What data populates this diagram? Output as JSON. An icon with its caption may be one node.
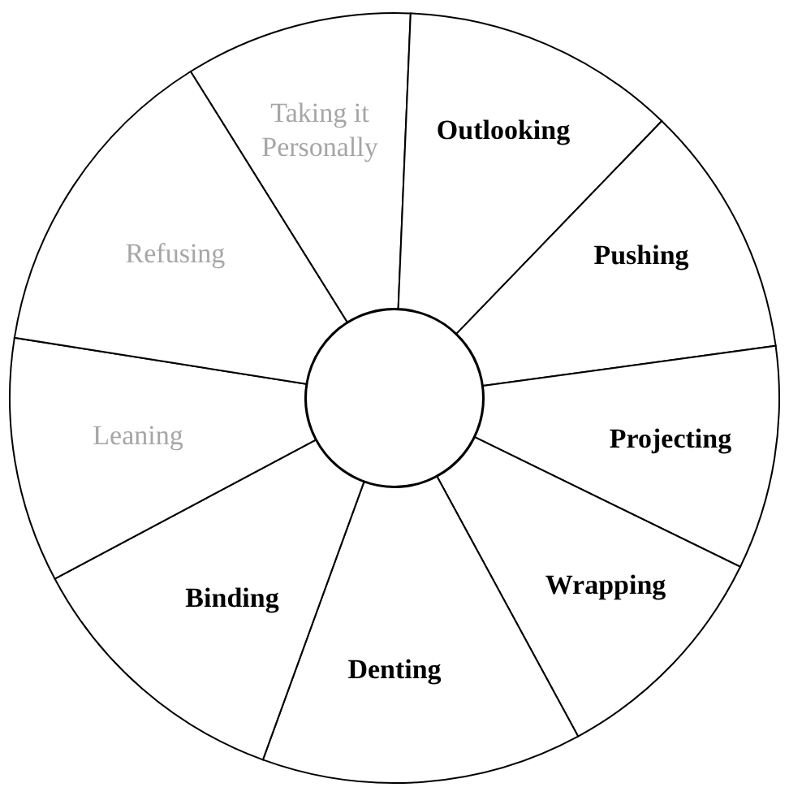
{
  "diagram": {
    "nodes": [
      {
        "text": [
          "Taking it Personally"
        ]
      },
      {
        "text": [
          "Outlooking"
        ]
      },
      {
        "text": [
          "Pushing"
        ]
      },
      {
        "text": [
          "Projecting"
        ]
      },
      {
        "text": [
          "Wrapping"
        ]
      },
      {
        "text": [
          "Denting"
        ]
      },
      {
        "text": [
          "Binding"
        ]
      },
      {
        "text": [
          "Leaning"
        ]
      },
      {
        "text": [
          "Refusing"
        ]
      },
      {
        "text": [],
        "shape": "circle"
      }
    ]
  }
}
